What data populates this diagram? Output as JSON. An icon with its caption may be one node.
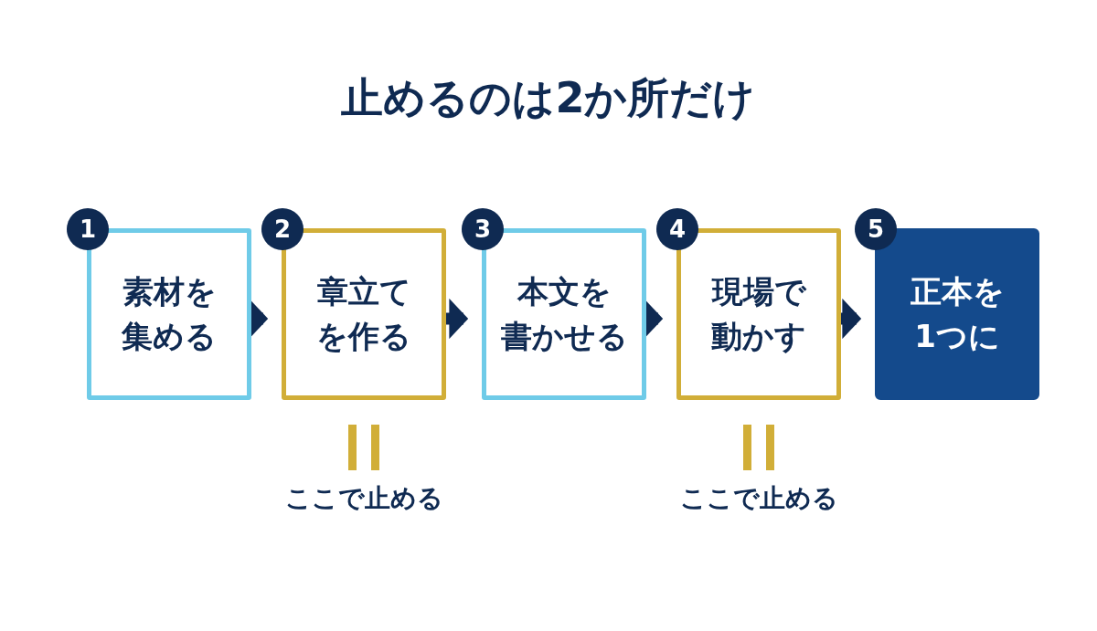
{
  "diagram": {
    "title": "止めるのは2か所だけ",
    "nodes": [
      {
        "text": [
          "1",
          "素材を集める"
        ]
      },
      {
        "text": [
          "2",
          "章立てを作る"
        ],
        "beside": [
          "ここで止める"
        ]
      },
      {
        "text": [
          "3",
          "本文を書かせる"
        ]
      },
      {
        "text": [
          "4",
          "現場で動かす"
        ],
        "beside": [
          "ここで止める"
        ]
      },
      {
        "text": [
          "5",
          "正本を1つに"
        ]
      }
    ],
    "edges": [
      {
        "from": 0,
        "to": 1,
        "arrow": "to"
      },
      {
        "from": 1,
        "to": 2,
        "arrow": "to"
      },
      {
        "from": 2,
        "to": 3,
        "arrow": "to"
      },
      {
        "from": 3,
        "to": 4,
        "arrow": "to"
      }
    ]
  }
}
